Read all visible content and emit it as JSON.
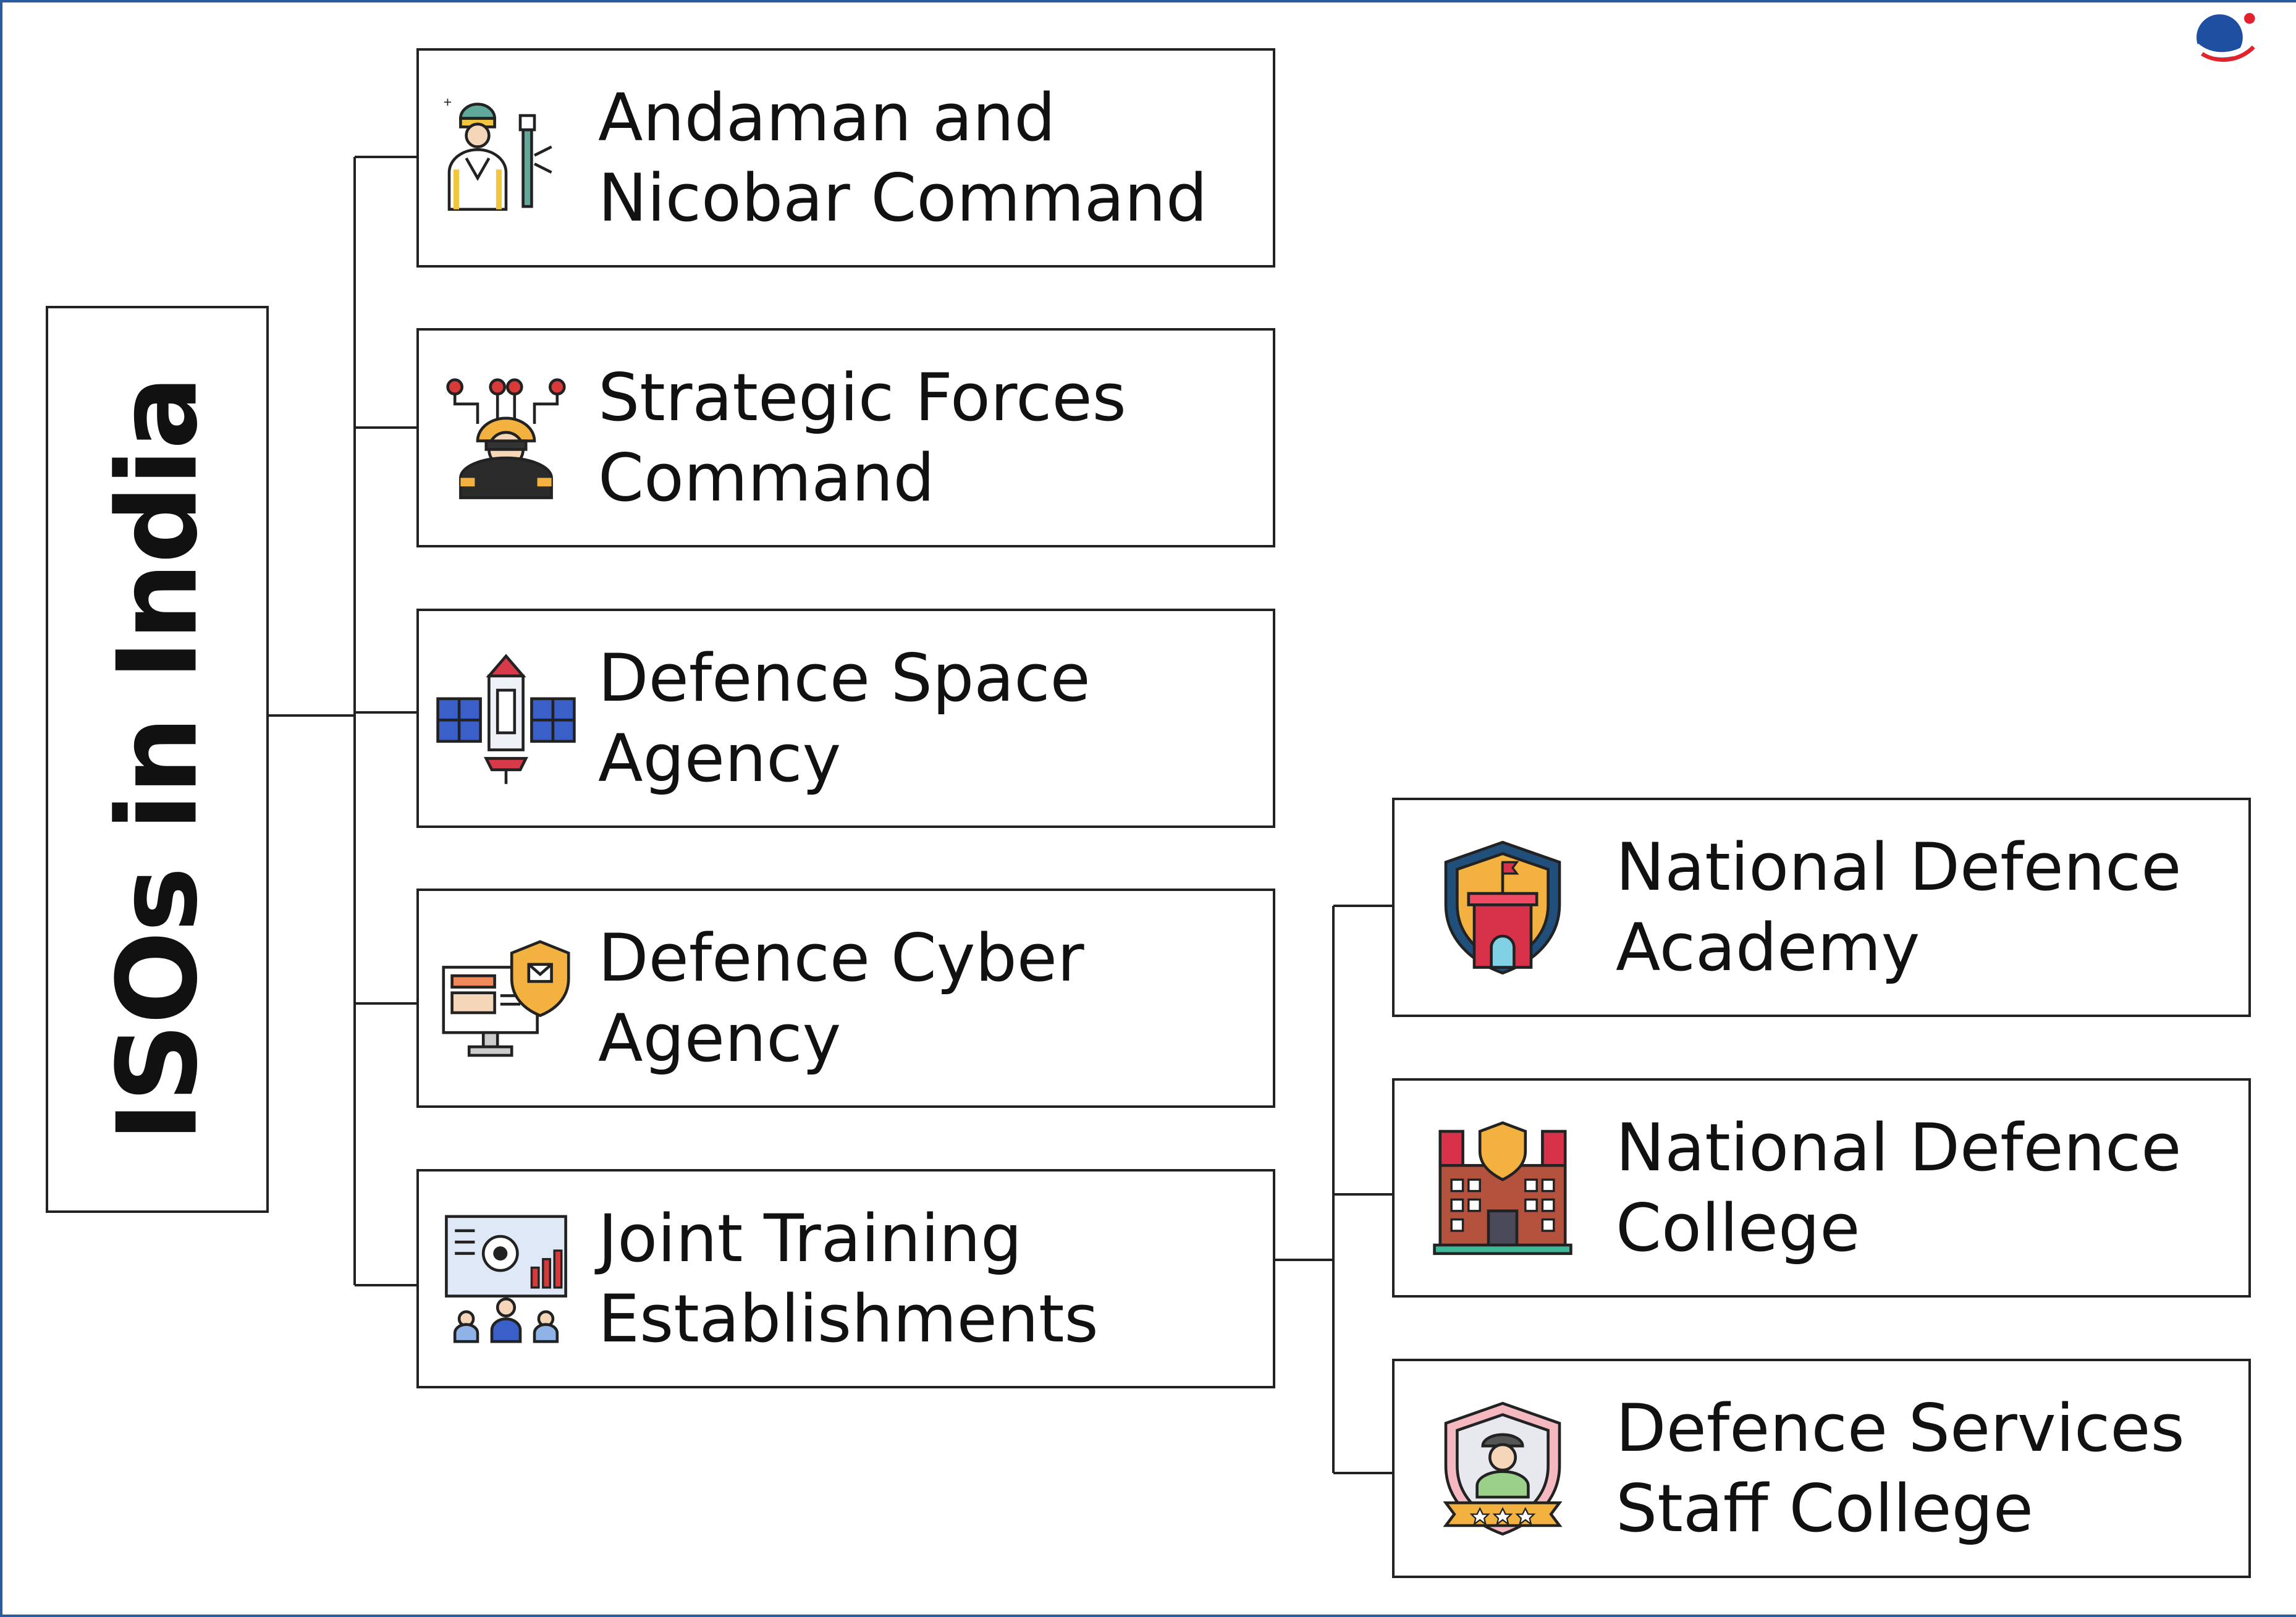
{
  "title": "ISOs in India",
  "isos": [
    {
      "line1": "Andaman and",
      "line2": "Nicobar Command",
      "icon": "soldier-with-rifle-icon"
    },
    {
      "line1": "Strategic Forces",
      "line2": "Command",
      "icon": "commander-network-icon"
    },
    {
      "line1": "Defence Space",
      "line2": "Agency",
      "icon": "satellite-icon"
    },
    {
      "line1": "Defence Cyber",
      "line2": "Agency",
      "icon": "cyber-security-computer-icon"
    },
    {
      "line1": "Joint Training",
      "line2": "Establishments",
      "icon": "training-presentation-icon"
    }
  ],
  "training": [
    {
      "line1": "National Defence",
      "line2": "Academy",
      "icon": "academy-shield-icon"
    },
    {
      "line1": "National Defence",
      "line2": "College",
      "icon": "college-building-icon"
    },
    {
      "line1": "Defence Services",
      "line2": "Staff College",
      "icon": "officer-badge-icon"
    }
  ],
  "colors": {
    "frame": "#2a5d9f",
    "line": "#222222",
    "logo_blue": "#1e4fa0",
    "logo_red": "#e3232c"
  }
}
